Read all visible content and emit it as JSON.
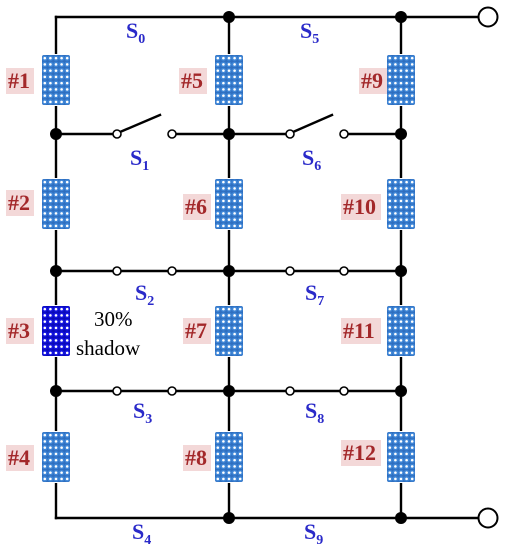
{
  "colors": {
    "wire": "#000000",
    "module_label": "#A3282A",
    "module_label_bg": "#F3D8D8",
    "switch_label": "#2A2AC9",
    "cell_normal": "#3F86D6",
    "cell_normal_back": "#2F6FC0",
    "cell_shadowed": "#1414E0",
    "cell_shadowed_back": "#0A0AB8",
    "cell_dot": "#FFFFFF"
  },
  "modules": [
    {
      "id": "#1",
      "shadowed": false
    },
    {
      "id": "#2",
      "shadowed": false
    },
    {
      "id": "#3",
      "shadowed": true
    },
    {
      "id": "#4",
      "shadowed": false
    },
    {
      "id": "#5",
      "shadowed": false
    },
    {
      "id": "#6",
      "shadowed": false
    },
    {
      "id": "#7",
      "shadowed": false
    },
    {
      "id": "#8",
      "shadowed": false
    },
    {
      "id": "#9",
      "shadowed": false
    },
    {
      "id": "#10",
      "shadowed": false
    },
    {
      "id": "#11",
      "shadowed": false
    },
    {
      "id": "#12",
      "shadowed": false
    }
  ],
  "switches": [
    {
      "letter": "S",
      "index": "0",
      "state": "closed"
    },
    {
      "letter": "S",
      "index": "1",
      "state": "open"
    },
    {
      "letter": "S",
      "index": "2",
      "state": "closed"
    },
    {
      "letter": "S",
      "index": "3",
      "state": "closed"
    },
    {
      "letter": "S",
      "index": "4",
      "state": "closed"
    },
    {
      "letter": "S",
      "index": "5",
      "state": "closed"
    },
    {
      "letter": "S",
      "index": "6",
      "state": "open"
    },
    {
      "letter": "S",
      "index": "7",
      "state": "closed"
    },
    {
      "letter": "S",
      "index": "8",
      "state": "closed"
    },
    {
      "letter": "S",
      "index": "9",
      "state": "closed"
    }
  ],
  "annotation": {
    "line1": "30%",
    "line2": "shadow"
  },
  "icons": {
    "pv_module": "pv-module-icon",
    "switch": "switch-icon",
    "terminal": "terminal-icon",
    "junction": "junction-node-icon"
  }
}
